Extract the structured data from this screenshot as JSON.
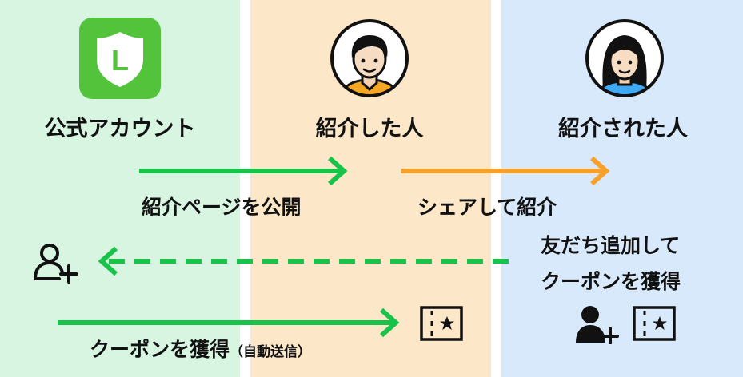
{
  "actors": {
    "official": "公式アカウント",
    "referrer": "紹介した人",
    "referred": "紹介された人"
  },
  "logo": {
    "letter": "L"
  },
  "flows": {
    "publish": "紹介ページを公開",
    "share": "シェアして紹介",
    "add_friend_line1": "友だち追加して",
    "add_friend_line2": "クーポンを獲得",
    "coupon": "クーポンを獲得",
    "coupon_note": "（自動送信）"
  },
  "colors": {
    "green": "#18c34a",
    "orange": "#f7a12b",
    "line_green": "#52c33a",
    "left_bg": "#d8f5e2",
    "mid_bg": "#fde7c9",
    "right_bg": "#d7e9fb"
  },
  "icons": [
    "line-logo-icon",
    "man-avatar-icon",
    "woman-avatar-icon",
    "add-friend-outline-icon",
    "add-friend-filled-icon",
    "coupon-ticket-icon"
  ]
}
